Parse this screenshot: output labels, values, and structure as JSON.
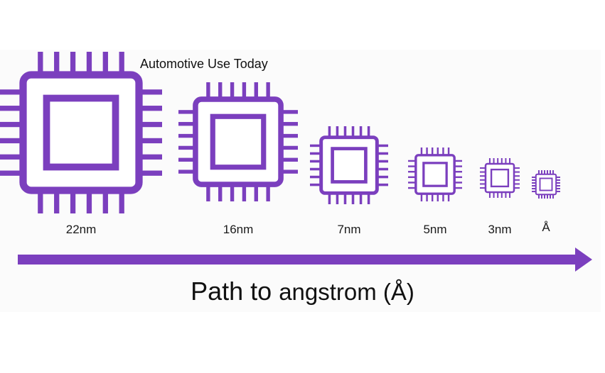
{
  "colors": {
    "accent": "#7b3fbe",
    "text": "#111111"
  },
  "note": "Automotive Use Today",
  "nodes": [
    {
      "id": "22nm",
      "label": "22nm",
      "icon": "microchip-icon"
    },
    {
      "id": "16nm",
      "label": "16nm",
      "icon": "microchip-icon"
    },
    {
      "id": "7nm",
      "label": "7nm",
      "icon": "microchip-icon"
    },
    {
      "id": "5nm",
      "label": "5nm",
      "icon": "microchip-icon"
    },
    {
      "id": "3nm",
      "label": "3nm",
      "icon": "microchip-icon"
    },
    {
      "id": "angstrom",
      "label": "Å",
      "icon": "microchip-icon"
    }
  ],
  "caption": {
    "main": "Path to ",
    "sub": "angstrom (Å)"
  },
  "arrow_icon": "right-arrow-icon"
}
